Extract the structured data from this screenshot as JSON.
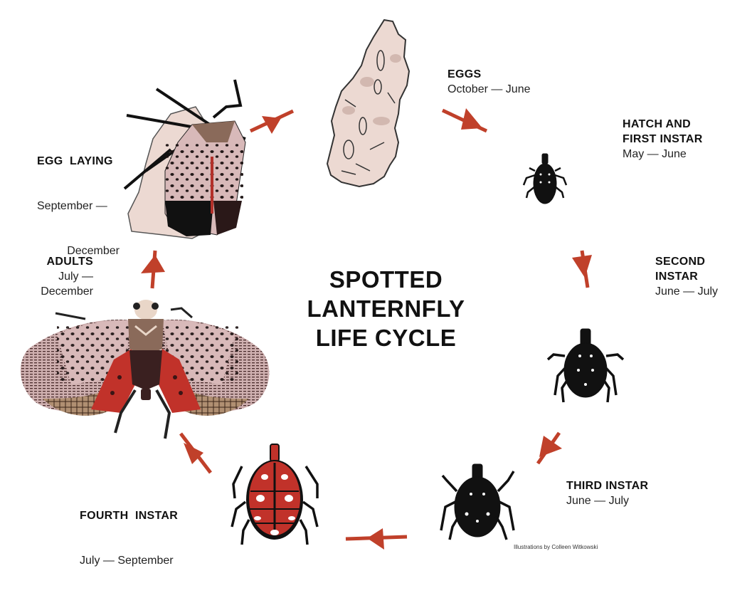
{
  "diagram": {
    "title_lines": [
      "SPOTTED",
      "LANTERNFLY",
      "LIFE CYCLE"
    ],
    "credit": "Illustrations by Colleen Witkowski",
    "arrow_color": "#c0402a",
    "stages": [
      {
        "id": "eggs",
        "title": "EGGS",
        "dates": "October — June",
        "icon": "egg-mass-icon"
      },
      {
        "id": "hatch-first-instar",
        "title_lines": [
          "HATCH AND",
          "FIRST INSTAR"
        ],
        "dates": "May — June",
        "icon": "first-instar-nymph-icon"
      },
      {
        "id": "second-instar",
        "title_lines": [
          "SECOND",
          "INSTAR"
        ],
        "dates": "June — July",
        "icon": "second-instar-nymph-icon"
      },
      {
        "id": "third-instar",
        "title": "THIRD INSTAR",
        "dates": "June — July",
        "icon": "third-instar-nymph-icon"
      },
      {
        "id": "fourth-instar",
        "title": "FOURTH  INSTAR",
        "dates": "July — September",
        "icon": "fourth-instar-nymph-icon"
      },
      {
        "id": "adults",
        "title": "ADULTS",
        "dates_lines": [
          "July —",
          "December"
        ],
        "icon": "adult-lanternfly-icon"
      },
      {
        "id": "egg-laying",
        "title": "EGG  LAYING",
        "dates_lines": [
          "September —",
          "December"
        ],
        "icon": "egg-laying-adult-icon"
      }
    ],
    "colors": {
      "arrow": "#c0402a",
      "egg_mass": "#ecd9d2",
      "wing_pink": "#d7b8b8",
      "nymph_black": "#111111",
      "nymph_red": "#c1322a"
    }
  }
}
